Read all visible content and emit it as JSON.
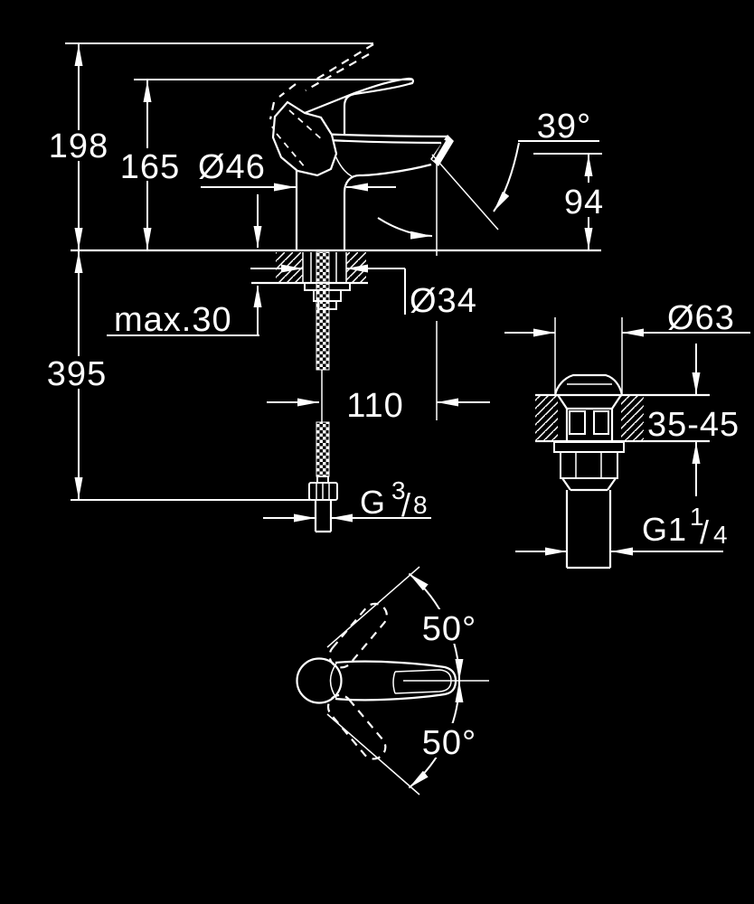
{
  "drawing": {
    "background": "#000000",
    "line_color": "#ffffff",
    "labels": {
      "height_total": "198",
      "height_lever": "165",
      "body_diameter": "Ø46",
      "spout_angle": "39°",
      "spout_height": "94",
      "max_deck_thickness": "max.30",
      "hole_diameter": "Ø34",
      "length_below_deck": "395",
      "projection": "110",
      "waste_cap_diameter": "Ø63",
      "deck_thickness_range": "35-45",
      "supply_thread": {
        "main": "G",
        "sup": "3",
        "slash": "/",
        "sub": "8"
      },
      "waste_thread": {
        "main": "G1",
        "sup": "1",
        "slash": "/",
        "sub": "4"
      },
      "handle_swing_upper": "50°",
      "handle_swing_lower": "50°"
    }
  }
}
